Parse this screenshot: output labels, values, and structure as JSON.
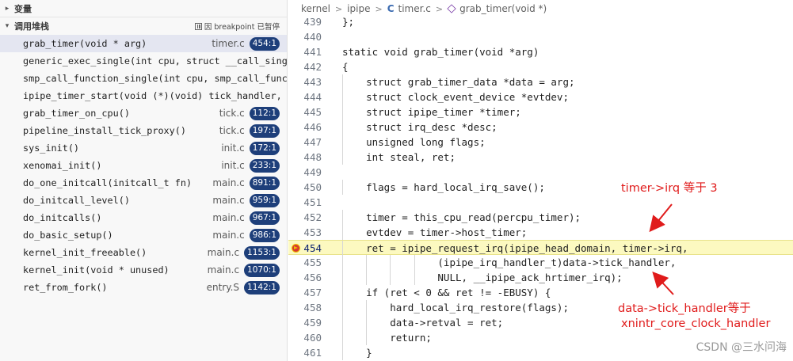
{
  "sidebar": {
    "variables_title": "变量",
    "callstack_title": "调用堆栈",
    "status": "因 breakpoint 已暂停",
    "frames": [
      {
        "fn": "grab_timer(void * arg)",
        "file": "timer.c",
        "line": "454:1",
        "selected": true
      },
      {
        "fn": "generic_exec_single(int cpu, struct __call_single",
        "file": "",
        "line": ""
      },
      {
        "fn": "smp_call_function_single(int cpu, smp_call_func",
        "file": "",
        "line": ""
      },
      {
        "fn": "ipipe_timer_start(void (*)(void) tick_handler,",
        "file": "",
        "line": ""
      },
      {
        "fn": "grab_timer_on_cpu()",
        "file": "tick.c",
        "line": "112:1"
      },
      {
        "fn": "pipeline_install_tick_proxy()",
        "file": "tick.c",
        "line": "197:1"
      },
      {
        "fn": "sys_init()",
        "file": "init.c",
        "line": "172:1"
      },
      {
        "fn": "xenomai_init()",
        "file": "init.c",
        "line": "233:1"
      },
      {
        "fn": "do_one_initcall(initcall_t fn)",
        "file": "main.c",
        "line": "891:1"
      },
      {
        "fn": "do_initcall_level()",
        "file": "main.c",
        "line": "959:1"
      },
      {
        "fn": "do_initcalls()",
        "file": "main.c",
        "line": "967:1"
      },
      {
        "fn": "do_basic_setup()",
        "file": "main.c",
        "line": "986:1"
      },
      {
        "fn": "kernel_init_freeable()",
        "file": "main.c",
        "line": "1153:1"
      },
      {
        "fn": "kernel_init(void * unused)",
        "file": "main.c",
        "line": "1070:1"
      },
      {
        "fn": "ret_from_fork()",
        "file": "entry.S",
        "line": "1142:1"
      }
    ]
  },
  "breadcrumb": {
    "items": [
      "kernel",
      "ipipe",
      "timer.c",
      "grab_timer(void *)"
    ],
    "separator": ">"
  },
  "code": {
    "current_line": 454,
    "lines": [
      {
        "n": 439,
        "text": "};"
      },
      {
        "n": 440,
        "text": ""
      },
      {
        "n": 441,
        "text": "static void grab_timer(void *arg)"
      },
      {
        "n": 442,
        "text": "{"
      },
      {
        "n": 443,
        "text": "    struct grab_timer_data *data = arg;"
      },
      {
        "n": 444,
        "text": "    struct clock_event_device *evtdev;"
      },
      {
        "n": 445,
        "text": "    struct ipipe_timer *timer;"
      },
      {
        "n": 446,
        "text": "    struct irq_desc *desc;"
      },
      {
        "n": 447,
        "text": "    unsigned long flags;"
      },
      {
        "n": 448,
        "text": "    int steal, ret;"
      },
      {
        "n": 449,
        "text": ""
      },
      {
        "n": 450,
        "text": "    flags = hard_local_irq_save();"
      },
      {
        "n": 451,
        "text": ""
      },
      {
        "n": 452,
        "text": "    timer = this_cpu_read(percpu_timer);"
      },
      {
        "n": 453,
        "text": "    evtdev = timer->host_timer;"
      },
      {
        "n": 454,
        "text": "    ret = ipipe_request_irq(ipipe_head_domain, timer->irq,"
      },
      {
        "n": 455,
        "text": "                (ipipe_irq_handler_t)data->tick_handler,"
      },
      {
        "n": 456,
        "text": "                NULL, __ipipe_ack_hrtimer_irq);"
      },
      {
        "n": 457,
        "text": "    if (ret < 0 && ret != -EBUSY) {"
      },
      {
        "n": 458,
        "text": "        hard_local_irq_restore(flags);"
      },
      {
        "n": 459,
        "text": "        data->retval = ret;"
      },
      {
        "n": 460,
        "text": "        return;"
      },
      {
        "n": 461,
        "text": "    }"
      }
    ]
  },
  "annotations": {
    "note1": "timer->irq 等于 3",
    "note2_line1": "data->tick_handler等于",
    "note2_line2": "xnintr_core_clock_handler",
    "color": "#e01b1b"
  },
  "watermark": "CSDN @三水问海",
  "colors": {
    "badge": "#1e3f7a",
    "current_line_bg": "#fcf9c0",
    "selected_frame_bg": "#e4e6f1"
  }
}
